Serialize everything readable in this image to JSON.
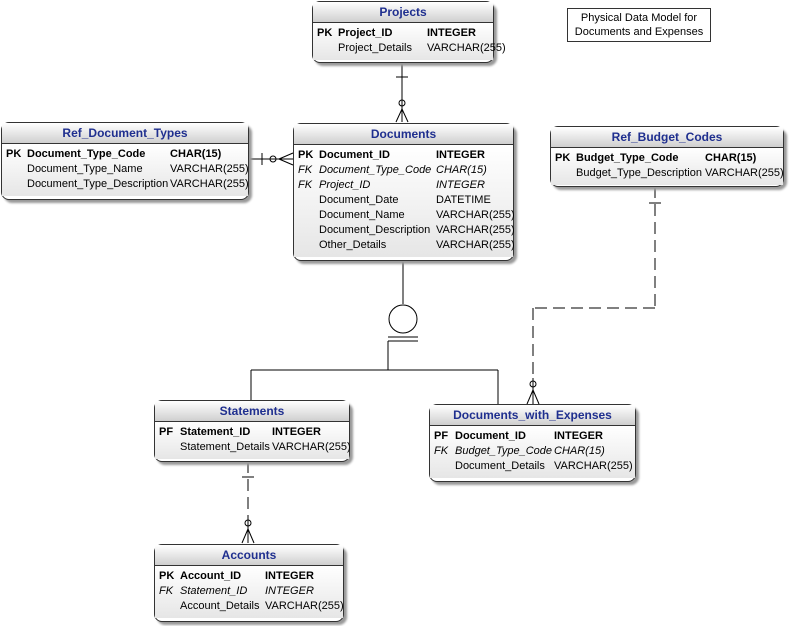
{
  "note": {
    "line1": "Physical Data Model for",
    "line2": "Documents and Expenses"
  },
  "entities": {
    "projects": {
      "title": "Projects",
      "rows": [
        {
          "key": "PK",
          "name": "Project_ID",
          "type": "INTEGER"
        },
        {
          "key": "",
          "name": "Project_Details",
          "type": "VARCHAR(255)"
        }
      ]
    },
    "ref_document_types": {
      "title": "Ref_Document_Types",
      "rows": [
        {
          "key": "PK",
          "name": "Document_Type_Code",
          "type": "CHAR(15)"
        },
        {
          "key": "",
          "name": "Document_Type_Name",
          "type": "VARCHAR(255)"
        },
        {
          "key": "",
          "name": "Document_Type_Description",
          "type": "VARCHAR(255)"
        }
      ]
    },
    "documents": {
      "title": "Documents",
      "rows": [
        {
          "key": "PK",
          "name": "Document_ID",
          "type": "INTEGER"
        },
        {
          "key": "FK",
          "name": "Document_Type_Code",
          "type": "CHAR(15)"
        },
        {
          "key": "FK",
          "name": "Project_ID",
          "type": "INTEGER"
        },
        {
          "key": "",
          "name": "Document_Date",
          "type": "DATETIME"
        },
        {
          "key": "",
          "name": "Document_Name",
          "type": "VARCHAR(255)"
        },
        {
          "key": "",
          "name": "Document_Description",
          "type": "VARCHAR(255)"
        },
        {
          "key": "",
          "name": "Other_Details",
          "type": "VARCHAR(255)"
        }
      ]
    },
    "ref_budget_codes": {
      "title": "Ref_Budget_Codes",
      "rows": [
        {
          "key": "PK",
          "name": "Budget_Type_Code",
          "type": "CHAR(15)"
        },
        {
          "key": "",
          "name": "Budget_Type_Description",
          "type": "VARCHAR(255)"
        }
      ]
    },
    "statements": {
      "title": "Statements",
      "rows": [
        {
          "key": "PF",
          "name": "Statement_ID",
          "type": "INTEGER"
        },
        {
          "key": "",
          "name": "Statement_Details",
          "type": "VARCHAR(255)"
        }
      ]
    },
    "documents_with_expenses": {
      "title": "Documents_with_Expenses",
      "rows": [
        {
          "key": "PF",
          "name": "Document_ID",
          "type": "INTEGER"
        },
        {
          "key": "FK",
          "name": "Budget_Type_Code",
          "type": "CHAR(15)"
        },
        {
          "key": "",
          "name": "Document_Details",
          "type": "VARCHAR(255)"
        }
      ]
    },
    "accounts": {
      "title": "Accounts",
      "rows": [
        {
          "key": "PK",
          "name": "Account_ID",
          "type": "INTEGER"
        },
        {
          "key": "FK",
          "name": "Statement_ID",
          "type": "INTEGER"
        },
        {
          "key": "",
          "name": "Account_Details",
          "type": "VARCHAR(255)"
        }
      ]
    }
  }
}
